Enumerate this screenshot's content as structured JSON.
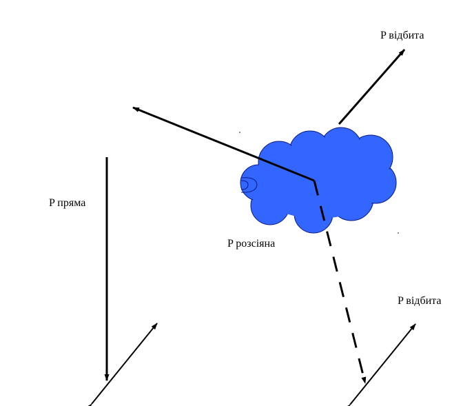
{
  "labels": {
    "reflected_top": "P відбита",
    "direct": "P пряма",
    "scattered": "P розсіяна",
    "reflected_bottom": "P відбита"
  },
  "colors": {
    "cloud_fill": "#3366FF",
    "cloud_stroke": "#0A1A80",
    "line": "#000000",
    "background": "#FFFFFF"
  }
}
